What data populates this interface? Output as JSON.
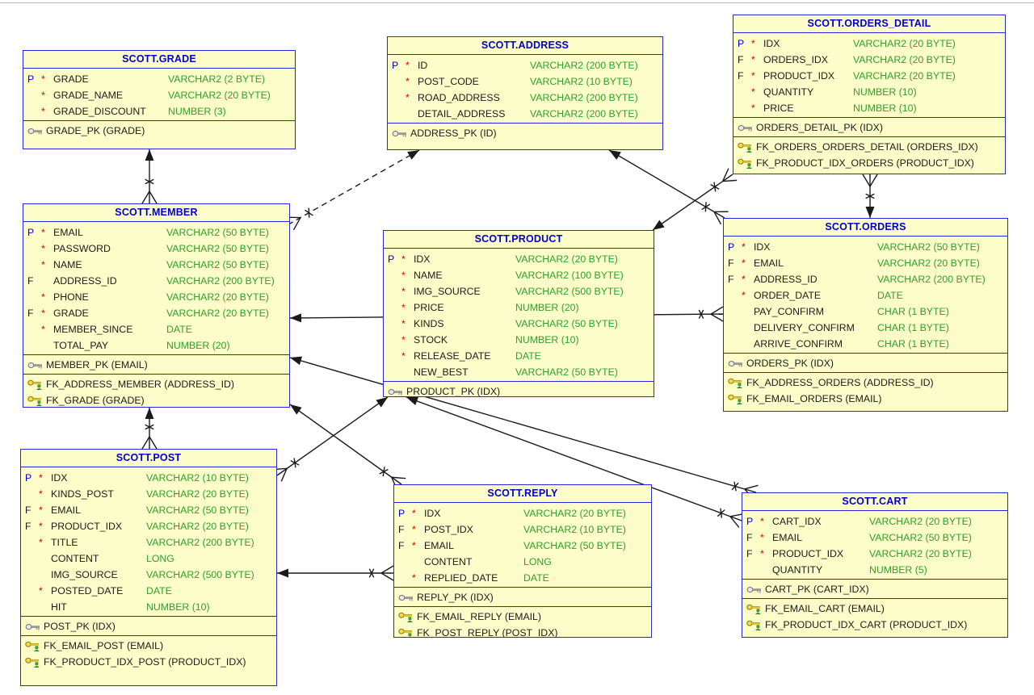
{
  "app": {
    "name": "relational data model diagram",
    "schema": "SCOTT"
  },
  "colors": {
    "table_fill": "#FDFDC9",
    "table_border": "#2828CF",
    "title_text": "#0000CE",
    "column_text": "#1b1b1b",
    "type_text": "#2FA02F",
    "pk_flag": "#0000CE",
    "mandatory_star": "#E00000",
    "relationship_line": "#1a1a1a",
    "background": "#ffffff"
  },
  "icons": {
    "primary_key": "key-icon",
    "foreign_key": "fk-key-icon"
  },
  "tables": [
    {
      "id": "grade",
      "title": "SCOTT.GRADE",
      "columns": [
        {
          "flag": "P",
          "mandatory": true,
          "name": "GRADE",
          "type": "VARCHAR2 (2 BYTE)"
        },
        {
          "flag": "",
          "mandatory": true,
          "name": "GRADE_NAME",
          "type": "VARCHAR2 (20 BYTE)"
        },
        {
          "flag": "",
          "mandatory": true,
          "name": "GRADE_DISCOUNT",
          "type": "NUMBER (3)"
        }
      ],
      "primary_keys": [
        "GRADE_PK (GRADE)"
      ],
      "foreign_keys": []
    },
    {
      "id": "address",
      "title": "SCOTT.ADDRESS",
      "columns": [
        {
          "flag": "P",
          "mandatory": true,
          "name": "ID",
          "type": "VARCHAR2 (200 BYTE)"
        },
        {
          "flag": "",
          "mandatory": true,
          "name": "POST_CODE",
          "type": "VARCHAR2 (10 BYTE)"
        },
        {
          "flag": "",
          "mandatory": true,
          "name": "ROAD_ADDRESS",
          "type": "VARCHAR2 (200 BYTE)"
        },
        {
          "flag": "",
          "mandatory": false,
          "name": "DETAIL_ADDRESS",
          "type": "VARCHAR2 (200 BYTE)"
        }
      ],
      "primary_keys": [
        "ADDRESS_PK (ID)"
      ],
      "foreign_keys": []
    },
    {
      "id": "orders_detail",
      "title": "SCOTT.ORDERS_DETAIL",
      "columns": [
        {
          "flag": "P",
          "mandatory": true,
          "name": "IDX",
          "type": "VARCHAR2 (20 BYTE)"
        },
        {
          "flag": "F",
          "mandatory": true,
          "name": "ORDERS_IDX",
          "type": "VARCHAR2 (20 BYTE)"
        },
        {
          "flag": "F",
          "mandatory": true,
          "name": "PRODUCT_IDX",
          "type": "VARCHAR2 (20 BYTE)"
        },
        {
          "flag": "",
          "mandatory": true,
          "name": "QUANTITY",
          "type": "NUMBER (10)"
        },
        {
          "flag": "",
          "mandatory": true,
          "name": "PRICE",
          "type": "NUMBER (10)"
        }
      ],
      "primary_keys": [
        "ORDERS_DETAIL_PK (IDX)"
      ],
      "foreign_keys": [
        "FK_ORDERS_ORDERS_DETAIL (ORDERS_IDX)",
        "FK_PRODUCT_IDX_ORDERS (PRODUCT_IDX)"
      ]
    },
    {
      "id": "member",
      "title": "SCOTT.MEMBER",
      "columns": [
        {
          "flag": "P",
          "mandatory": true,
          "name": "EMAIL",
          "type": "VARCHAR2 (50 BYTE)"
        },
        {
          "flag": "",
          "mandatory": true,
          "name": "PASSWORD",
          "type": "VARCHAR2 (50 BYTE)"
        },
        {
          "flag": "",
          "mandatory": true,
          "name": "NAME",
          "type": "VARCHAR2 (50 BYTE)"
        },
        {
          "flag": "F",
          "mandatory": false,
          "name": "ADDRESS_ID",
          "type": "VARCHAR2 (200 BYTE)"
        },
        {
          "flag": "",
          "mandatory": true,
          "name": "PHONE",
          "type": "VARCHAR2 (20 BYTE)"
        },
        {
          "flag": "F",
          "mandatory": true,
          "name": "GRADE",
          "type": "VARCHAR2 (20 BYTE)"
        },
        {
          "flag": "",
          "mandatory": true,
          "name": "MEMBER_SINCE",
          "type": "DATE"
        },
        {
          "flag": "",
          "mandatory": false,
          "name": "TOTAL_PAY",
          "type": "NUMBER (20)"
        }
      ],
      "primary_keys": [
        "MEMBER_PK (EMAIL)"
      ],
      "foreign_keys": [
        "FK_ADDRESS_MEMBER (ADDRESS_ID)",
        "FK_GRADE (GRADE)"
      ]
    },
    {
      "id": "product",
      "title": "SCOTT.PRODUCT",
      "columns": [
        {
          "flag": "P",
          "mandatory": true,
          "name": "IDX",
          "type": "VARCHAR2 (20 BYTE)"
        },
        {
          "flag": "",
          "mandatory": true,
          "name": "NAME",
          "type": "VARCHAR2 (100 BYTE)"
        },
        {
          "flag": "",
          "mandatory": true,
          "name": "IMG_SOURCE",
          "type": "VARCHAR2 (500 BYTE)"
        },
        {
          "flag": "",
          "mandatory": true,
          "name": "PRICE",
          "type": "NUMBER (20)"
        },
        {
          "flag": "",
          "mandatory": true,
          "name": "KINDS",
          "type": "VARCHAR2 (50 BYTE)"
        },
        {
          "flag": "",
          "mandatory": true,
          "name": "STOCK",
          "type": "NUMBER (10)"
        },
        {
          "flag": "",
          "mandatory": true,
          "name": "RELEASE_DATE",
          "type": "DATE"
        },
        {
          "flag": "",
          "mandatory": false,
          "name": "NEW_BEST",
          "type": "VARCHAR2 (50 BYTE)"
        }
      ],
      "primary_keys": [
        "PRODUCT_PK (IDX)"
      ],
      "foreign_keys": []
    },
    {
      "id": "orders",
      "title": "SCOTT.ORDERS",
      "columns": [
        {
          "flag": "P",
          "mandatory": true,
          "name": "IDX",
          "type": "VARCHAR2 (50 BYTE)"
        },
        {
          "flag": "F",
          "mandatory": true,
          "name": "EMAIL",
          "type": "VARCHAR2 (20 BYTE)"
        },
        {
          "flag": "F",
          "mandatory": true,
          "name": "ADDRESS_ID",
          "type": "VARCHAR2 (200 BYTE)"
        },
        {
          "flag": "",
          "mandatory": true,
          "name": "ORDER_DATE",
          "type": "DATE"
        },
        {
          "flag": "",
          "mandatory": false,
          "name": "PAY_CONFIRM",
          "type": "CHAR (1 BYTE)"
        },
        {
          "flag": "",
          "mandatory": false,
          "name": "DELIVERY_CONFIRM",
          "type": "CHAR (1 BYTE)"
        },
        {
          "flag": "",
          "mandatory": false,
          "name": "ARRIVE_CONFIRM",
          "type": "CHAR (1 BYTE)"
        }
      ],
      "primary_keys": [
        "ORDERS_PK (IDX)"
      ],
      "foreign_keys": [
        "FK_ADDRESS_ORDERS (ADDRESS_ID)",
        "FK_EMAIL_ORDERS (EMAIL)"
      ]
    },
    {
      "id": "post",
      "title": "SCOTT.POST",
      "columns": [
        {
          "flag": "P",
          "mandatory": true,
          "name": "IDX",
          "type": "VARCHAR2 (10 BYTE)"
        },
        {
          "flag": "",
          "mandatory": true,
          "name": "KINDS_POST",
          "type": "VARCHAR2 (20 BYTE)"
        },
        {
          "flag": "F",
          "mandatory": true,
          "name": "EMAIL",
          "type": "VARCHAR2 (50 BYTE)"
        },
        {
          "flag": "F",
          "mandatory": true,
          "name": "PRODUCT_IDX",
          "type": "VARCHAR2 (20 BYTE)"
        },
        {
          "flag": "",
          "mandatory": true,
          "name": "TITLE",
          "type": "VARCHAR2 (200 BYTE)"
        },
        {
          "flag": "",
          "mandatory": false,
          "name": "CONTENT",
          "type": "LONG"
        },
        {
          "flag": "",
          "mandatory": false,
          "name": "IMG_SOURCE",
          "type": "VARCHAR2 (500 BYTE)"
        },
        {
          "flag": "",
          "mandatory": true,
          "name": "POSTED_DATE",
          "type": "DATE"
        },
        {
          "flag": "",
          "mandatory": false,
          "name": "HIT",
          "type": "NUMBER (10)"
        }
      ],
      "primary_keys": [
        "POST_PK (IDX)"
      ],
      "foreign_keys": [
        "FK_EMAIL_POST (EMAIL)",
        "FK_PRODUCT_IDX_POST (PRODUCT_IDX)"
      ]
    },
    {
      "id": "reply",
      "title": "SCOTT.REPLY",
      "columns": [
        {
          "flag": "P",
          "mandatory": true,
          "name": "IDX",
          "type": "VARCHAR2 (20 BYTE)"
        },
        {
          "flag": "F",
          "mandatory": true,
          "name": "POST_IDX",
          "type": "VARCHAR2 (10 BYTE)"
        },
        {
          "flag": "F",
          "mandatory": true,
          "name": "EMAIL",
          "type": "VARCHAR2 (50 BYTE)"
        },
        {
          "flag": "",
          "mandatory": false,
          "name": "CONTENT",
          "type": "LONG"
        },
        {
          "flag": "",
          "mandatory": true,
          "name": "REPLIED_DATE",
          "type": "DATE"
        }
      ],
      "primary_keys": [
        "REPLY_PK (IDX)"
      ],
      "foreign_keys": [
        "FK_EMAIL_REPLY (EMAIL)",
        "FK_POST_REPLY (POST_IDX)"
      ]
    },
    {
      "id": "cart",
      "title": "SCOTT.CART",
      "columns": [
        {
          "flag": "P",
          "mandatory": true,
          "name": "CART_IDX",
          "type": "VARCHAR2 (20 BYTE)"
        },
        {
          "flag": "F",
          "mandatory": true,
          "name": "EMAIL",
          "type": "VARCHAR2 (50 BYTE)"
        },
        {
          "flag": "F",
          "mandatory": true,
          "name": "PRODUCT_IDX",
          "type": "VARCHAR2 (20 BYTE)"
        },
        {
          "flag": "",
          "mandatory": false,
          "name": "QUANTITY",
          "type": "NUMBER (5)"
        }
      ],
      "primary_keys": [
        "CART_PK (CART_IDX)"
      ],
      "foreign_keys": [
        "FK_EMAIL_CART (EMAIL)",
        "FK_PRODUCT_IDX_CART (PRODUCT_IDX)"
      ]
    }
  ],
  "relationships": [
    {
      "id": "fk_grade",
      "from": "member",
      "to": "grade",
      "many_end": "member",
      "line": "solid"
    },
    {
      "id": "fk_address_member",
      "from": "member",
      "to": "address",
      "many_end": "member",
      "line": "dashed"
    },
    {
      "id": "fk_address_orders",
      "from": "orders",
      "to": "address",
      "many_end": "orders",
      "line": "solid"
    },
    {
      "id": "fk_product_idx_orders",
      "from": "orders_detail",
      "to": "product",
      "many_end": "orders_detail",
      "line": "solid"
    },
    {
      "id": "fk_orders_orders_detail",
      "from": "orders_detail",
      "to": "orders",
      "many_end": "orders_detail",
      "line": "solid"
    },
    {
      "id": "fk_email_orders",
      "from": "orders",
      "to": "member",
      "many_end": "orders",
      "line": "solid"
    },
    {
      "id": "fk_email_cart",
      "from": "cart",
      "to": "member",
      "many_end": "cart",
      "line": "solid"
    },
    {
      "id": "fk_email_reply",
      "from": "reply",
      "to": "member",
      "many_end": "reply",
      "line": "solid"
    },
    {
      "id": "fk_email_post",
      "from": "post",
      "to": "member",
      "many_end": "post",
      "line": "solid"
    },
    {
      "id": "fk_product_idx_post",
      "from": "post",
      "to": "product",
      "many_end": "post",
      "line": "solid"
    },
    {
      "id": "fk_post_reply",
      "from": "reply",
      "to": "post",
      "many_end": "reply",
      "line": "solid"
    },
    {
      "id": "fk_product_idx_cart",
      "from": "cart",
      "to": "product",
      "many_end": "cart",
      "line": "solid"
    }
  ]
}
